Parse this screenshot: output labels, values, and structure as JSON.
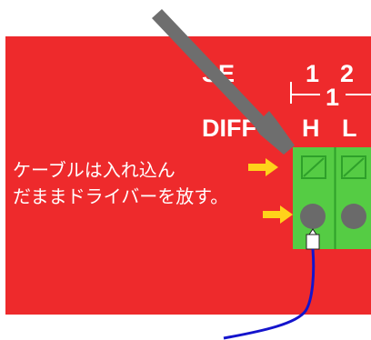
{
  "labels": {
    "se": "SE",
    "diff": "DIFF",
    "col_1": "1",
    "col_2": "2",
    "sub_1": "1",
    "h": "H",
    "l": "L"
  },
  "instruction": {
    "line1": "ケーブルは入れ込ん",
    "line2": "だままドライバーを放す。"
  },
  "colors": {
    "panel": "#ee2a2c",
    "terminal": "#55cc44",
    "terminal_edge": "#2ea02a",
    "screwdriver": "#6e6e6e",
    "arrow": "#ffd21a",
    "screw": "#6a6a6a",
    "wire": "#1414cc",
    "text": "#ffffff"
  },
  "icons": {
    "screwdriver": "screwdriver-icon",
    "arrow": "arrow-right-icon",
    "screw": "screw-head-icon",
    "release": "release-slot-icon",
    "ferrule": "ferrule-icon"
  }
}
